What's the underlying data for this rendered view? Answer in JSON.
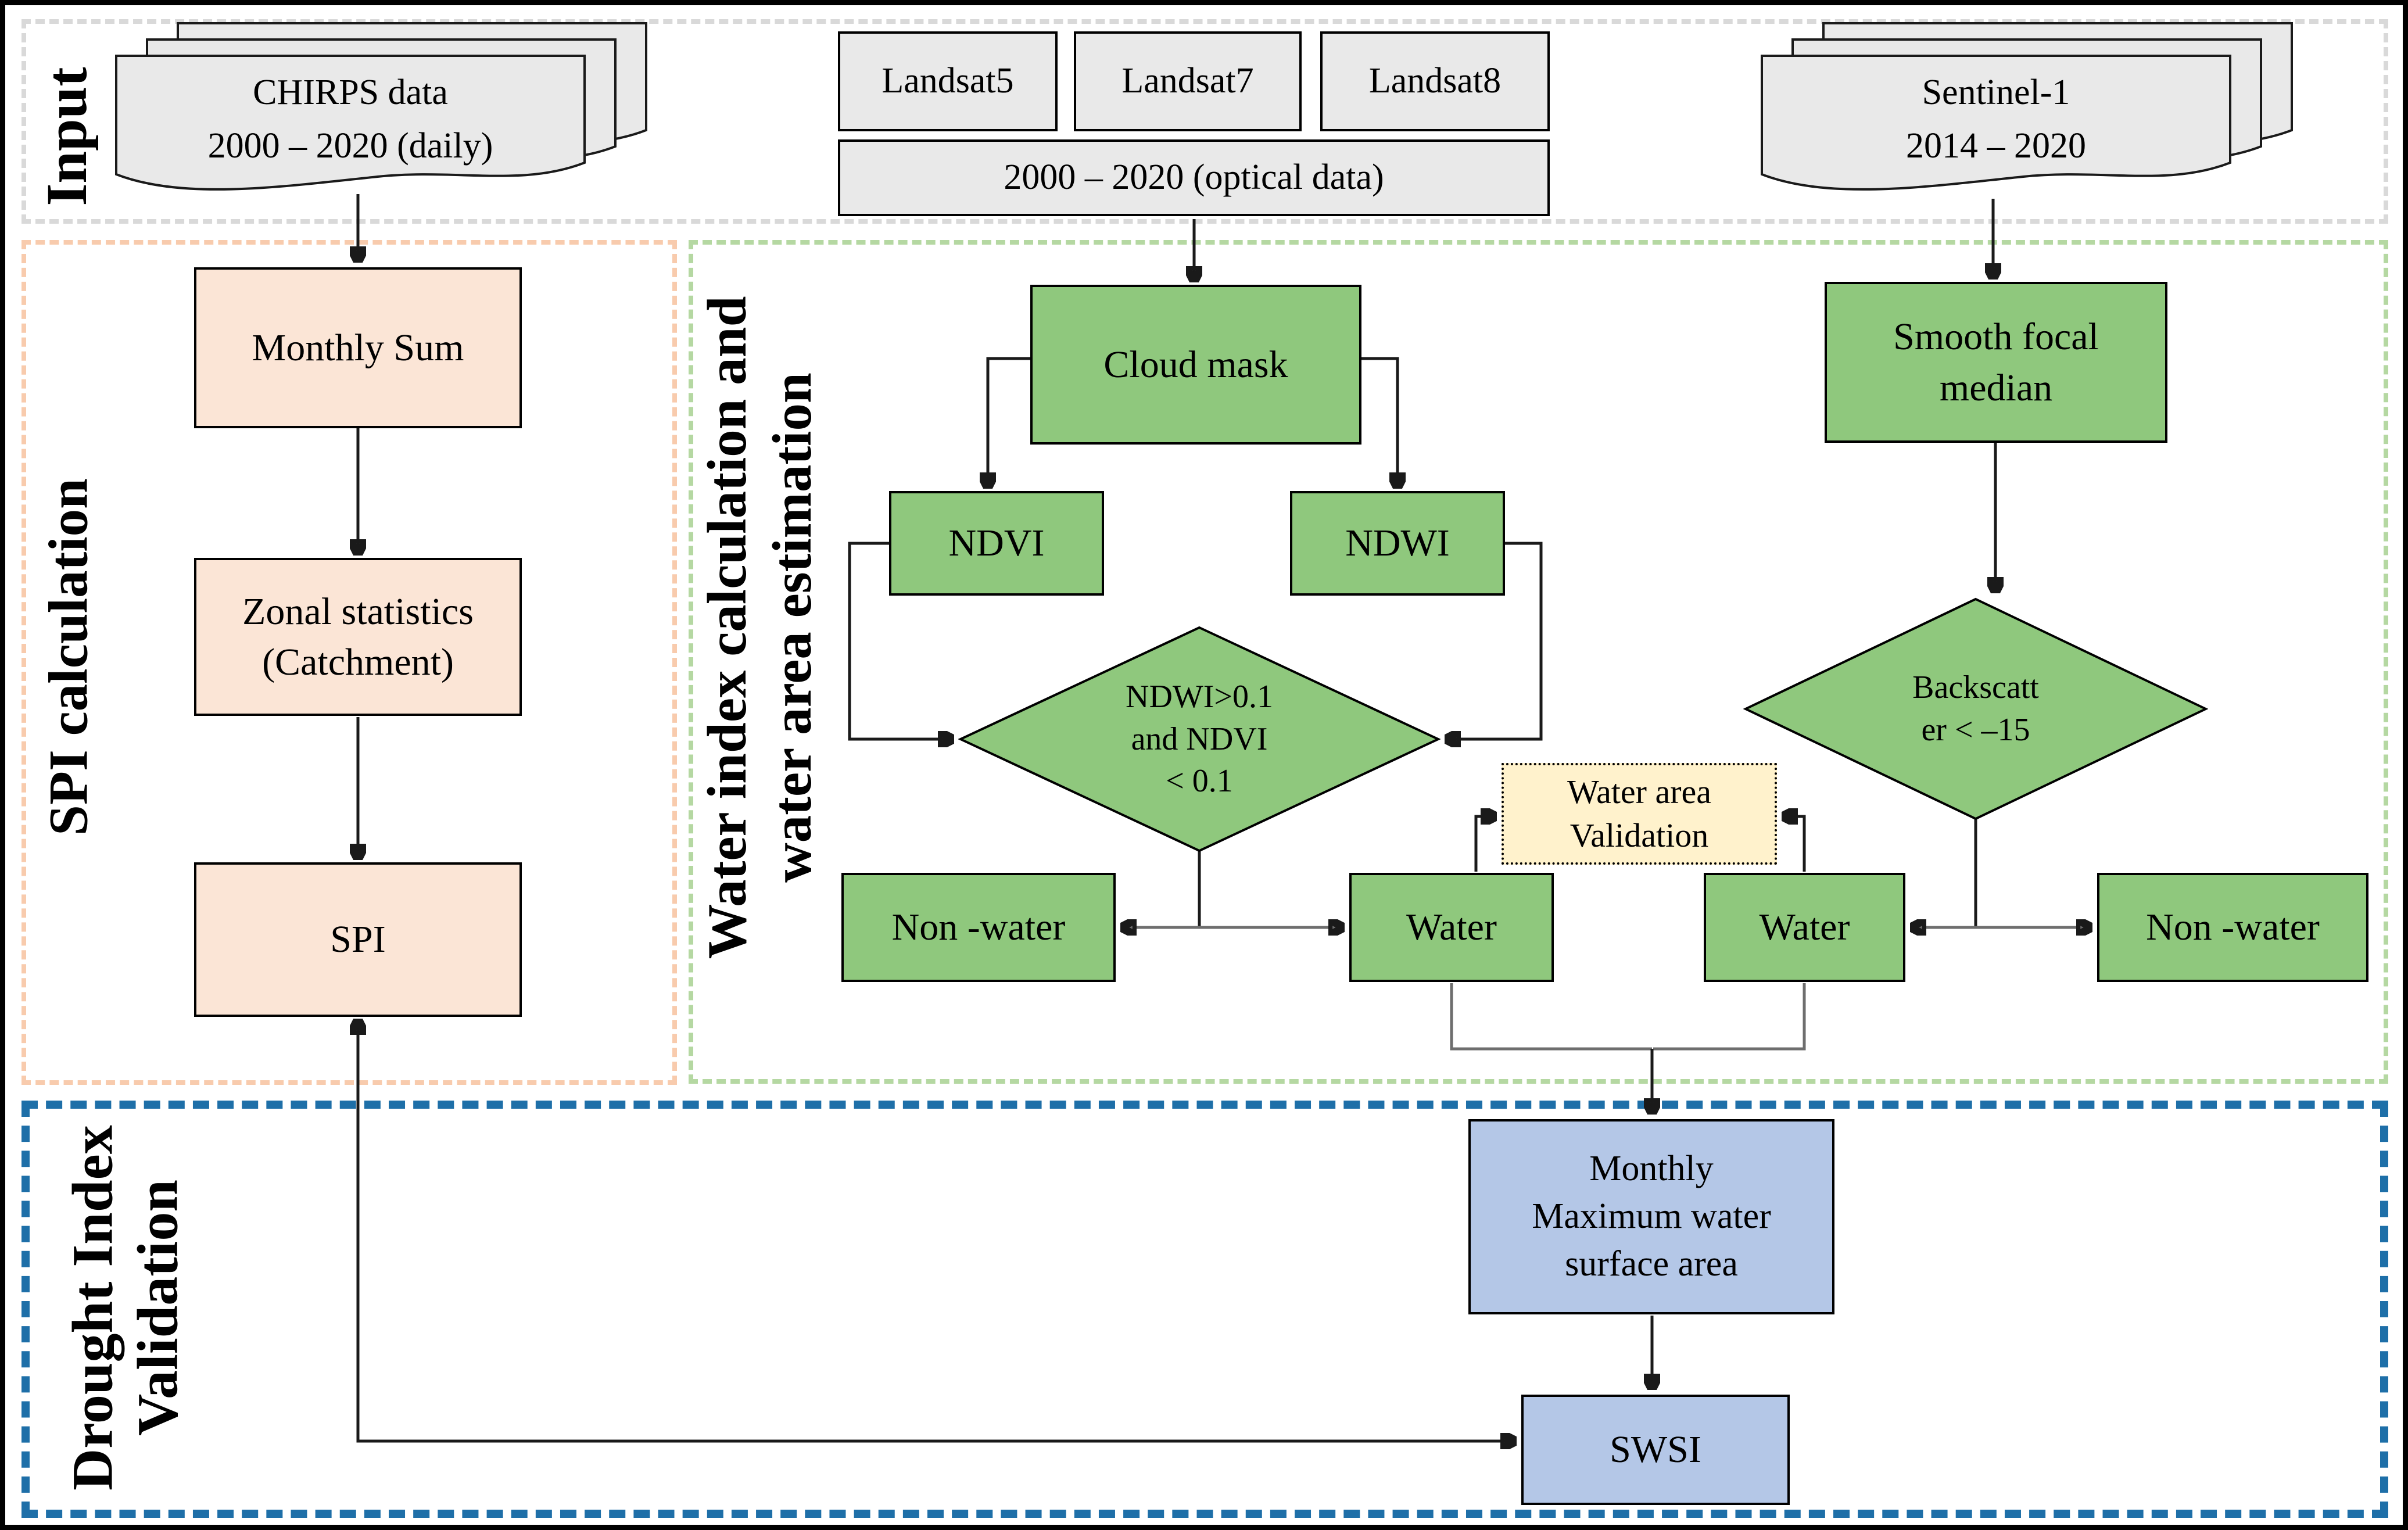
{
  "colors": {
    "canvas_bg": "#ffffff",
    "frame": "#000000",
    "gray_fill": "#e9e9e9",
    "green_fill": "#8fc87d",
    "peach_fill": "#fbe5d6",
    "blue_fill": "#b4c7e7",
    "yellow_fill": "#fff2cc",
    "input_border": "#d9d9d9",
    "spi_border": "#f8cbad",
    "water_border": "#b5d8a2",
    "validation_border": "#1e6fa8",
    "line": "#1a1a1a",
    "line_gray": "#6e6e6e",
    "node_border": "#000000"
  },
  "sections": {
    "input": {
      "label": "Input"
    },
    "spi": {
      "label": "SPI calculation"
    },
    "water_index": {
      "label_line1": "Water index calculation and",
      "label_line2": "water area estimation"
    },
    "drought_validation": {
      "label_line1": "Drought Index",
      "label_line2": "Validation"
    }
  },
  "nodes": {
    "chirps": {
      "line1": "CHIRPS data",
      "line2": "2000 – 2020 (daily)"
    },
    "landsat5": {
      "label": "Landsat5"
    },
    "landsat7": {
      "label": "Landsat7"
    },
    "landsat8": {
      "label": "Landsat8"
    },
    "optical": {
      "label": "2000 – 2020 (optical data)"
    },
    "sentinel": {
      "line1": "Sentinel-1",
      "line2": "2014 – 2020"
    },
    "monthly_sum": {
      "label": "Monthly Sum"
    },
    "zonal": {
      "line1": "Zonal statistics",
      "line2": "(Catchment)"
    },
    "spi": {
      "label": "SPI"
    },
    "cloud_mask": {
      "label": "Cloud mask"
    },
    "ndvi": {
      "label": "NDVI"
    },
    "ndwi": {
      "label": "NDWI"
    },
    "smooth_focal": {
      "line1": "Smooth focal",
      "line2": "median"
    },
    "decision_optical": {
      "line1": "NDWI>0.1",
      "line2": "and NDVI",
      "line3": "< 0.1"
    },
    "decision_sar": {
      "line1": "Backscatt",
      "line2": "er < –15"
    },
    "non_water_optical": {
      "label": "Non -water"
    },
    "water_optical": {
      "label": "Water"
    },
    "water_sar": {
      "label": "Water"
    },
    "non_water_sar": {
      "label": "Non -water"
    },
    "water_validation": {
      "line1": "Water area",
      "line2": "Validation"
    },
    "monthly_max": {
      "line1": "Monthly",
      "line2": "Maximum water",
      "line3": "surface area"
    },
    "swsi": {
      "label": "SWSI"
    }
  }
}
